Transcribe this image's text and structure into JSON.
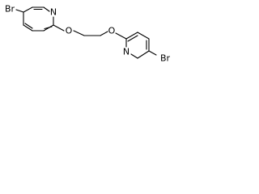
{
  "molecule": {
    "labels": {
      "br_left": "Br",
      "n_left": "N",
      "o_left": "O",
      "o_right": "O",
      "n_right": "N",
      "br_right": "Br"
    },
    "colors": {
      "bond": "#000000",
      "text": "#000000",
      "background": "#ffffff"
    }
  }
}
